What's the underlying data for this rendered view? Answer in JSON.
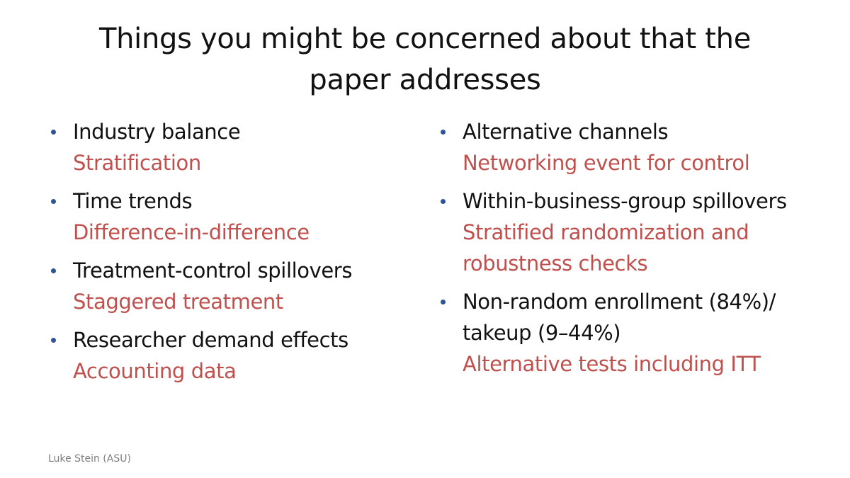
{
  "slide": {
    "title": "Things you might be concerned about that the paper addresses",
    "left_column": [
      {
        "concern": "Industry balance",
        "answer": "Stratification"
      },
      {
        "concern": "Time trends",
        "answer": "Difference-in-difference"
      },
      {
        "concern": "Treatment-control spillovers",
        "answer": "Staggered treatment"
      },
      {
        "concern": "Researcher demand effects",
        "answer": "Accounting data"
      }
    ],
    "right_column": [
      {
        "concern": "Alternative channels",
        "answer": "Networking event for control"
      },
      {
        "concern": "Within-business-group spillovers",
        "answer": "Stratified randomization and robustness checks"
      },
      {
        "concern": "Non-random enrollment (84%)/ takeup (9–44%)",
        "answer": "Alternative tests including ITT"
      }
    ],
    "footer": "Luke Stein (ASU)"
  },
  "colors": {
    "text": "#111111",
    "answer": "#c0504d",
    "bullet": "#2f5496",
    "footer": "#7f7f7f",
    "background": "#ffffff"
  }
}
